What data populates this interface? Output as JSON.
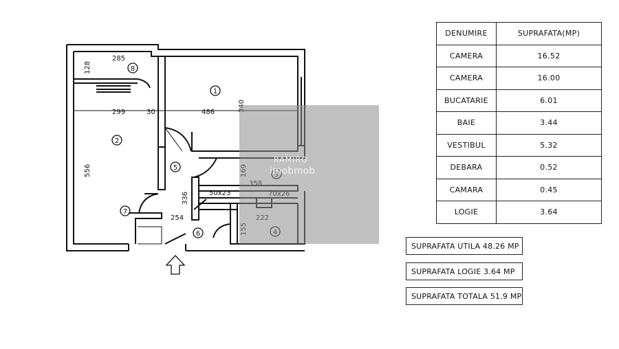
{
  "plan": {
    "dimensions": {
      "d285": "285",
      "d128": "128",
      "d299": "299",
      "d30": "30",
      "d486": "486",
      "d340": "340",
      "d556": "556",
      "d169": "169",
      "d358": "358",
      "d336": "336",
      "d50x23": "50x23",
      "d70x26": "70x26",
      "d254": "254",
      "d222": "222",
      "d155": "155"
    },
    "room_numbers": {
      "r1": "1",
      "r2": "2",
      "r3": "3",
      "r4": "4",
      "r5": "5",
      "r6": "6",
      "r7": "7",
      "r8": "8"
    },
    "entrance_arrow_icon": "up-arrow-icon"
  },
  "watermark": {
    "line1": "RAMIRO",
    "line2": "imobmob"
  },
  "table": {
    "header": {
      "name": "DENUMIRE",
      "area": "SUPRAFATA(MP)"
    },
    "rows": [
      {
        "name": "CAMERA",
        "area": "16.52"
      },
      {
        "name": "CAMERA",
        "area": "16.00"
      },
      {
        "name": "BUCATARIE",
        "area": "6.01"
      },
      {
        "name": "BAIE",
        "area": "3.44"
      },
      {
        "name": "VESTIBUL",
        "area": "5.32"
      },
      {
        "name": "DEBARA",
        "area": "0.52"
      },
      {
        "name": "CAMARA",
        "area": "0.45"
      },
      {
        "name": "LOGIE",
        "area": "3.64"
      }
    ]
  },
  "summary": {
    "utila": "SUPRAFATA UTILA  48.26 MP",
    "logie": "SUPRAFATA LOGIE 3.64 MP",
    "totala": "SUPRAFATA TOTALA  51.9 MP"
  }
}
